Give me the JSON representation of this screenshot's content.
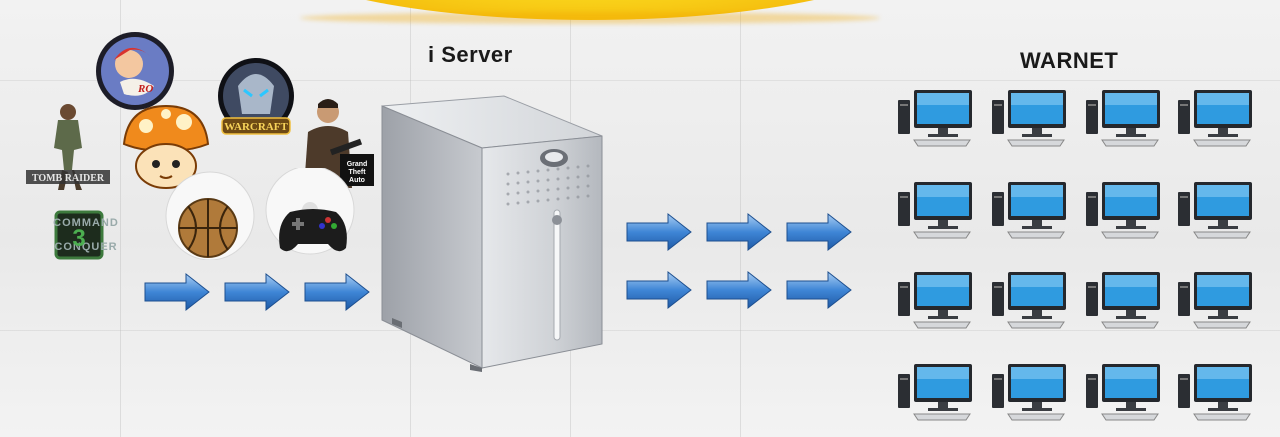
{
  "labels": {
    "server": "i Server",
    "warnet": "WARNET"
  },
  "games": [
    {
      "name": "ragnarok-game-logo-icon"
    },
    {
      "name": "tomb-raider-game-icon",
      "text": "TOMB RAIDER"
    },
    {
      "name": "maplestory-mushroom-icon"
    },
    {
      "name": "warcraft-game-logo-icon",
      "text": "WARCRAFT"
    },
    {
      "name": "gta-game-icon",
      "text": "Grand Theft Auto"
    },
    {
      "name": "command-conquer-logo-icon",
      "text": "COMMAND & CONQUER"
    },
    {
      "name": "basketball-icon"
    },
    {
      "name": "gamepad-icon"
    }
  ],
  "colors": {
    "arrow": "#3f86d6",
    "arrow_dark": "#1f5aa6",
    "monitor_screen": "#2f9be0",
    "banner": "#f9d21a",
    "server_body": "#c9ccd2"
  },
  "warnet_grid": {
    "rows": 4,
    "cols": 4
  }
}
